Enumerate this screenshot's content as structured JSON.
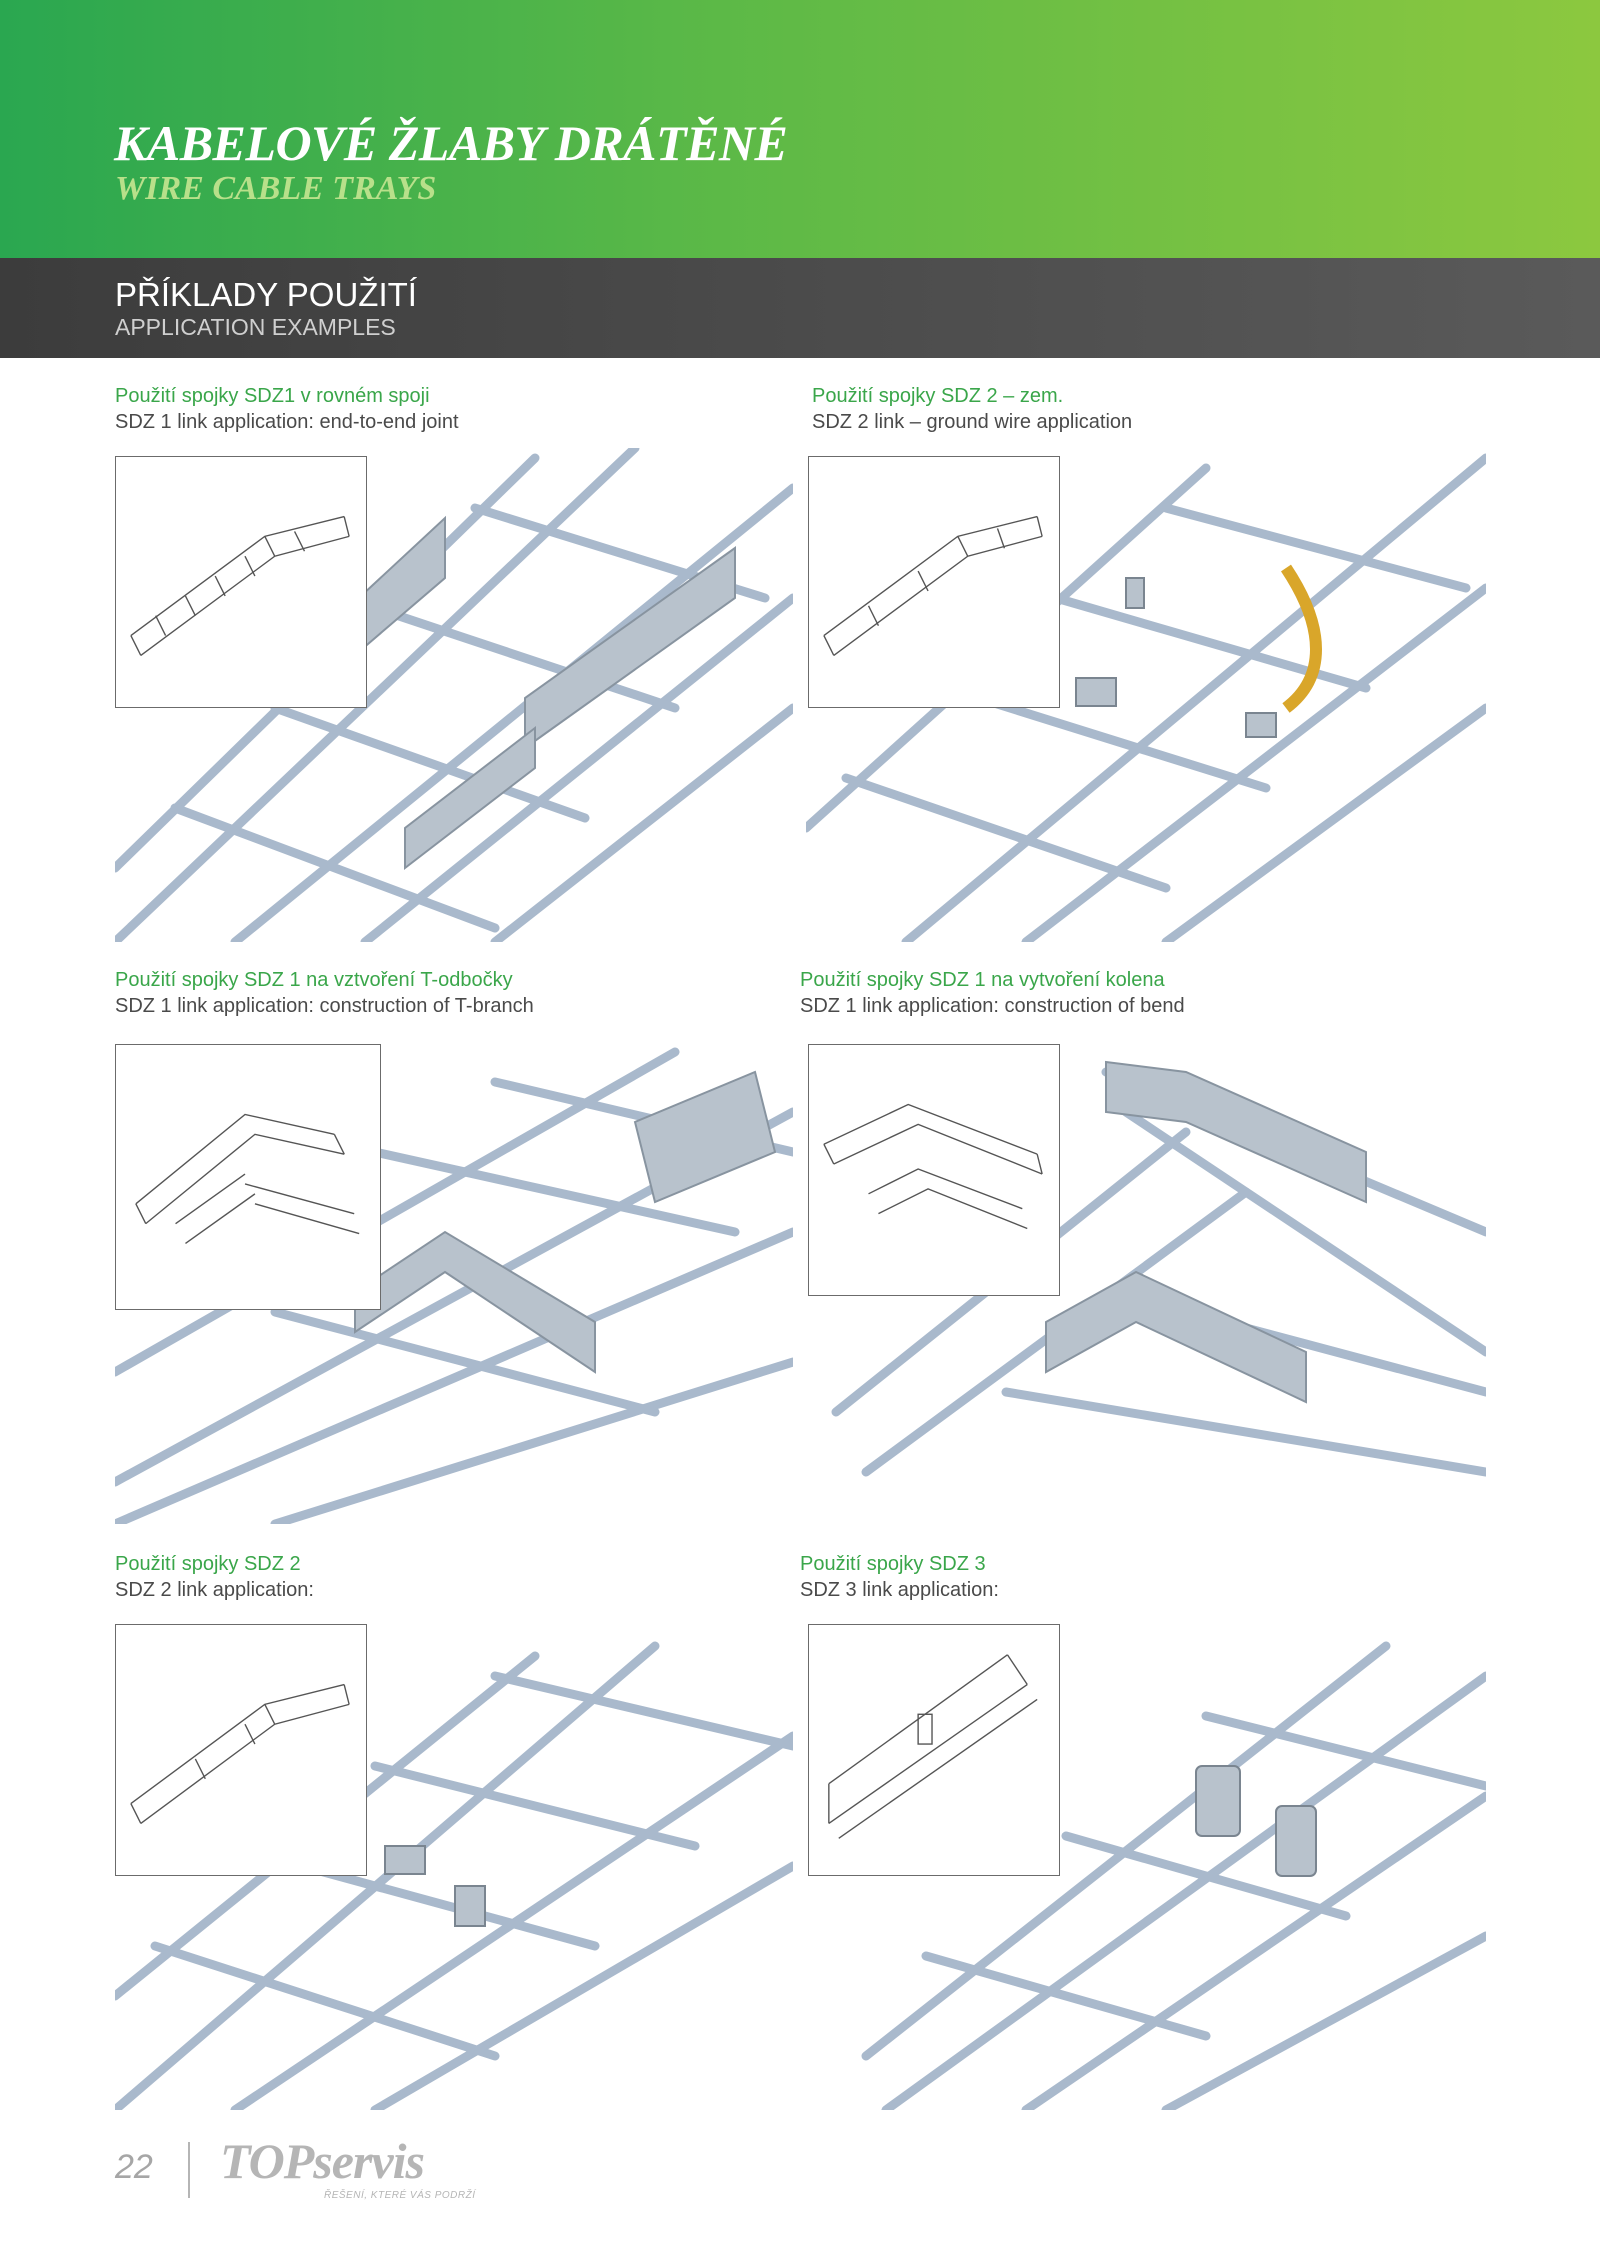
{
  "header": {
    "title_cz": "KABELOVÉ ŽLABY DRÁTĚNÉ",
    "title_en": "WIRE CABLE TRAYS"
  },
  "section": {
    "title_cz": "PŘÍKLADY POUŽITÍ",
    "title_en": "APPLICATION EXAMPLES"
  },
  "examples": [
    {
      "caption_cz": "Použití spojky SDZ1 v rovném spoji",
      "caption_en": "SDZ 1 link application: end-to-end joint"
    },
    {
      "caption_cz": "Použití spojky SDZ 2 – zem.",
      "caption_en": "SDZ 2 link – ground wire application"
    },
    {
      "caption_cz": "Použití spojky SDZ 1 na vztvoření T-odbočky",
      "caption_en": "SDZ 1 link application: construction of T-branch"
    },
    {
      "caption_cz": "Použití spojky SDZ 1 na vytvoření kolena",
      "caption_en": "SDZ 1 link application: construction of bend"
    },
    {
      "caption_cz": "Použití spojky SDZ 2",
      "caption_en": "SDZ 2 link application:"
    },
    {
      "caption_cz": "Použití spojky SDZ 3",
      "caption_en": "SDZ 3 link application:"
    }
  ],
  "footer": {
    "page_number": "22",
    "logo_text": "TOPservis",
    "logo_tagline": "ŘEŠENÍ, KTERÉ VÁS PODRŽÍ"
  },
  "colors": {
    "header_green_start": "#2aa750",
    "header_green_end": "#8cc83f",
    "section_bar": "#4a4a4a",
    "caption_green": "#3aa64a",
    "caption_gray": "#4a4a4a",
    "wire": "#a9b9cc",
    "ground_wire": "#d9a62a"
  }
}
